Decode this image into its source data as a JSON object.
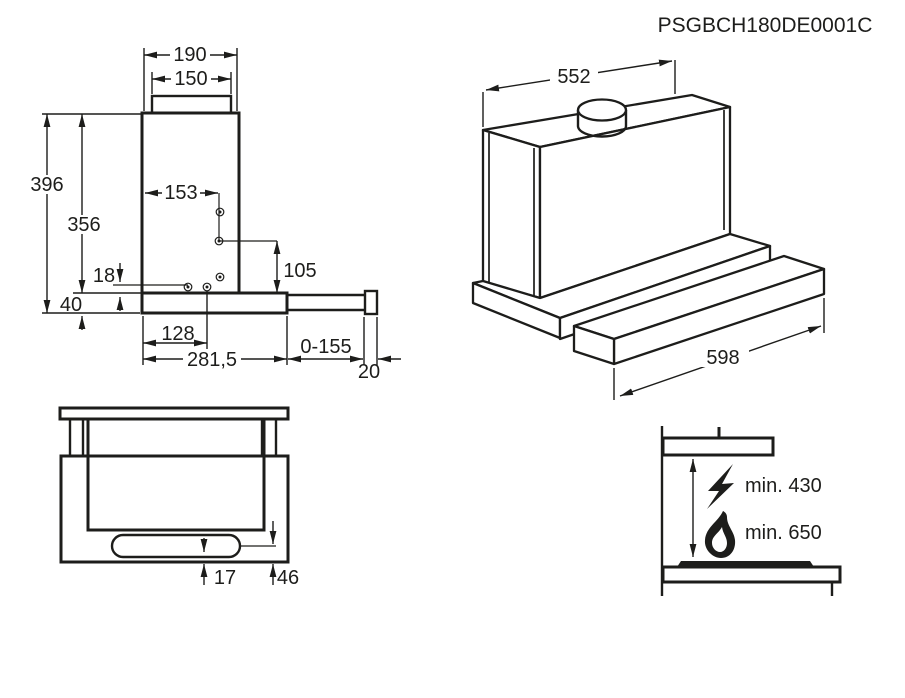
{
  "product_code": "PSGBCH180DE0001C",
  "front_view": {
    "top_width": "190",
    "duct_width": "150",
    "total_height": "396",
    "body_height": "356",
    "hole_offset_x": "153",
    "hole_offset_y": "105",
    "hole_bottom_offset": "18",
    "base_height": "40",
    "hole_spacing": "128",
    "body_depth": "281,5",
    "telescopic_range": "0-155",
    "front_panel_thickness": "20"
  },
  "perspective_view": {
    "top_depth": "552",
    "front_width": "598"
  },
  "bottom_view": {
    "slot_offset": "17",
    "edge_offset": "46"
  },
  "clearance_view": {
    "electric_clearance": "min. 430",
    "gas_clearance": "min. 650"
  },
  "colors": {
    "line": "#1d1d1b",
    "background": "#ffffff"
  }
}
